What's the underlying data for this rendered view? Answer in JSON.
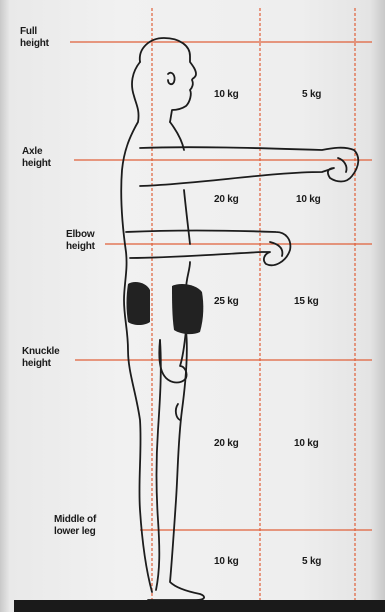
{
  "height_labels": [
    {
      "id": "full",
      "line1": "Full",
      "line2": "height"
    },
    {
      "id": "axle",
      "line1": "Axle",
      "line2": "height"
    },
    {
      "id": "elbow",
      "line1": "Elbow",
      "line2": "height"
    },
    {
      "id": "knuckle",
      "line1": "Knuckle",
      "line2": "height"
    },
    {
      "id": "mid-leg",
      "line1": "Middle of",
      "line2": "lower leg"
    }
  ],
  "zones": [
    {
      "near": "10 kg",
      "far": "5 kg"
    },
    {
      "near": "20 kg",
      "far": "10 kg"
    },
    {
      "near": "25 kg",
      "far": "15 kg"
    },
    {
      "near": "20 kg",
      "far": "10 kg"
    },
    {
      "near": "10 kg",
      "far": "5 kg"
    }
  ],
  "colors": {
    "guide_line": "#e0603a",
    "figure_stroke": "#1c1c1c",
    "shorts": "#222222",
    "floor": "#1a1a1a"
  }
}
